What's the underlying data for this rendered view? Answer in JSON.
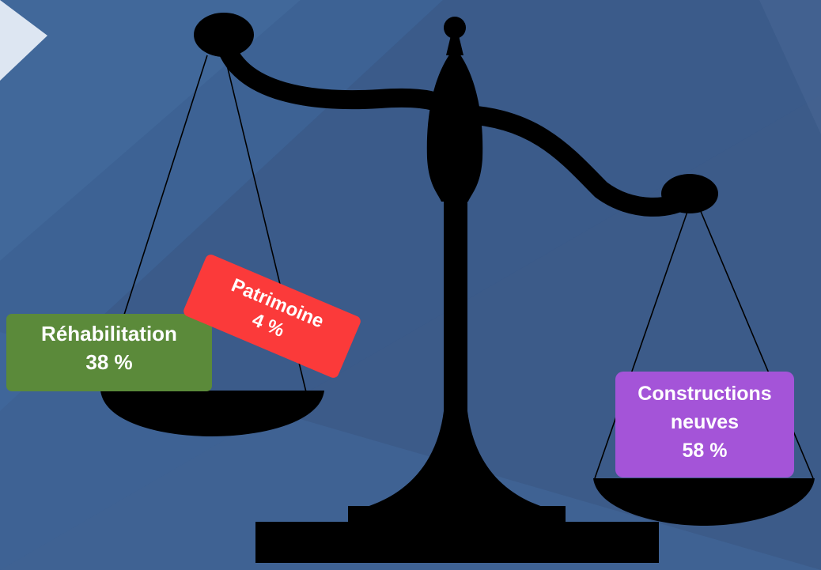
{
  "slide": {
    "background_color": "#3d5f8f",
    "scale_color": "#000000"
  },
  "segments": {
    "rehabilitation": {
      "label": "Réhabilitation",
      "value_text": "38 %",
      "percent": 38,
      "color": "#5b8a3a"
    },
    "patrimoine": {
      "label": "Patrimoine",
      "value_text": "4 %",
      "percent": 4,
      "color": "#fb3a3a"
    },
    "constructions_neuves": {
      "label_line1": "Constructions",
      "label_line2": "neuves",
      "value_text": "58 %",
      "percent": 58,
      "color": "#a454d8"
    }
  }
}
